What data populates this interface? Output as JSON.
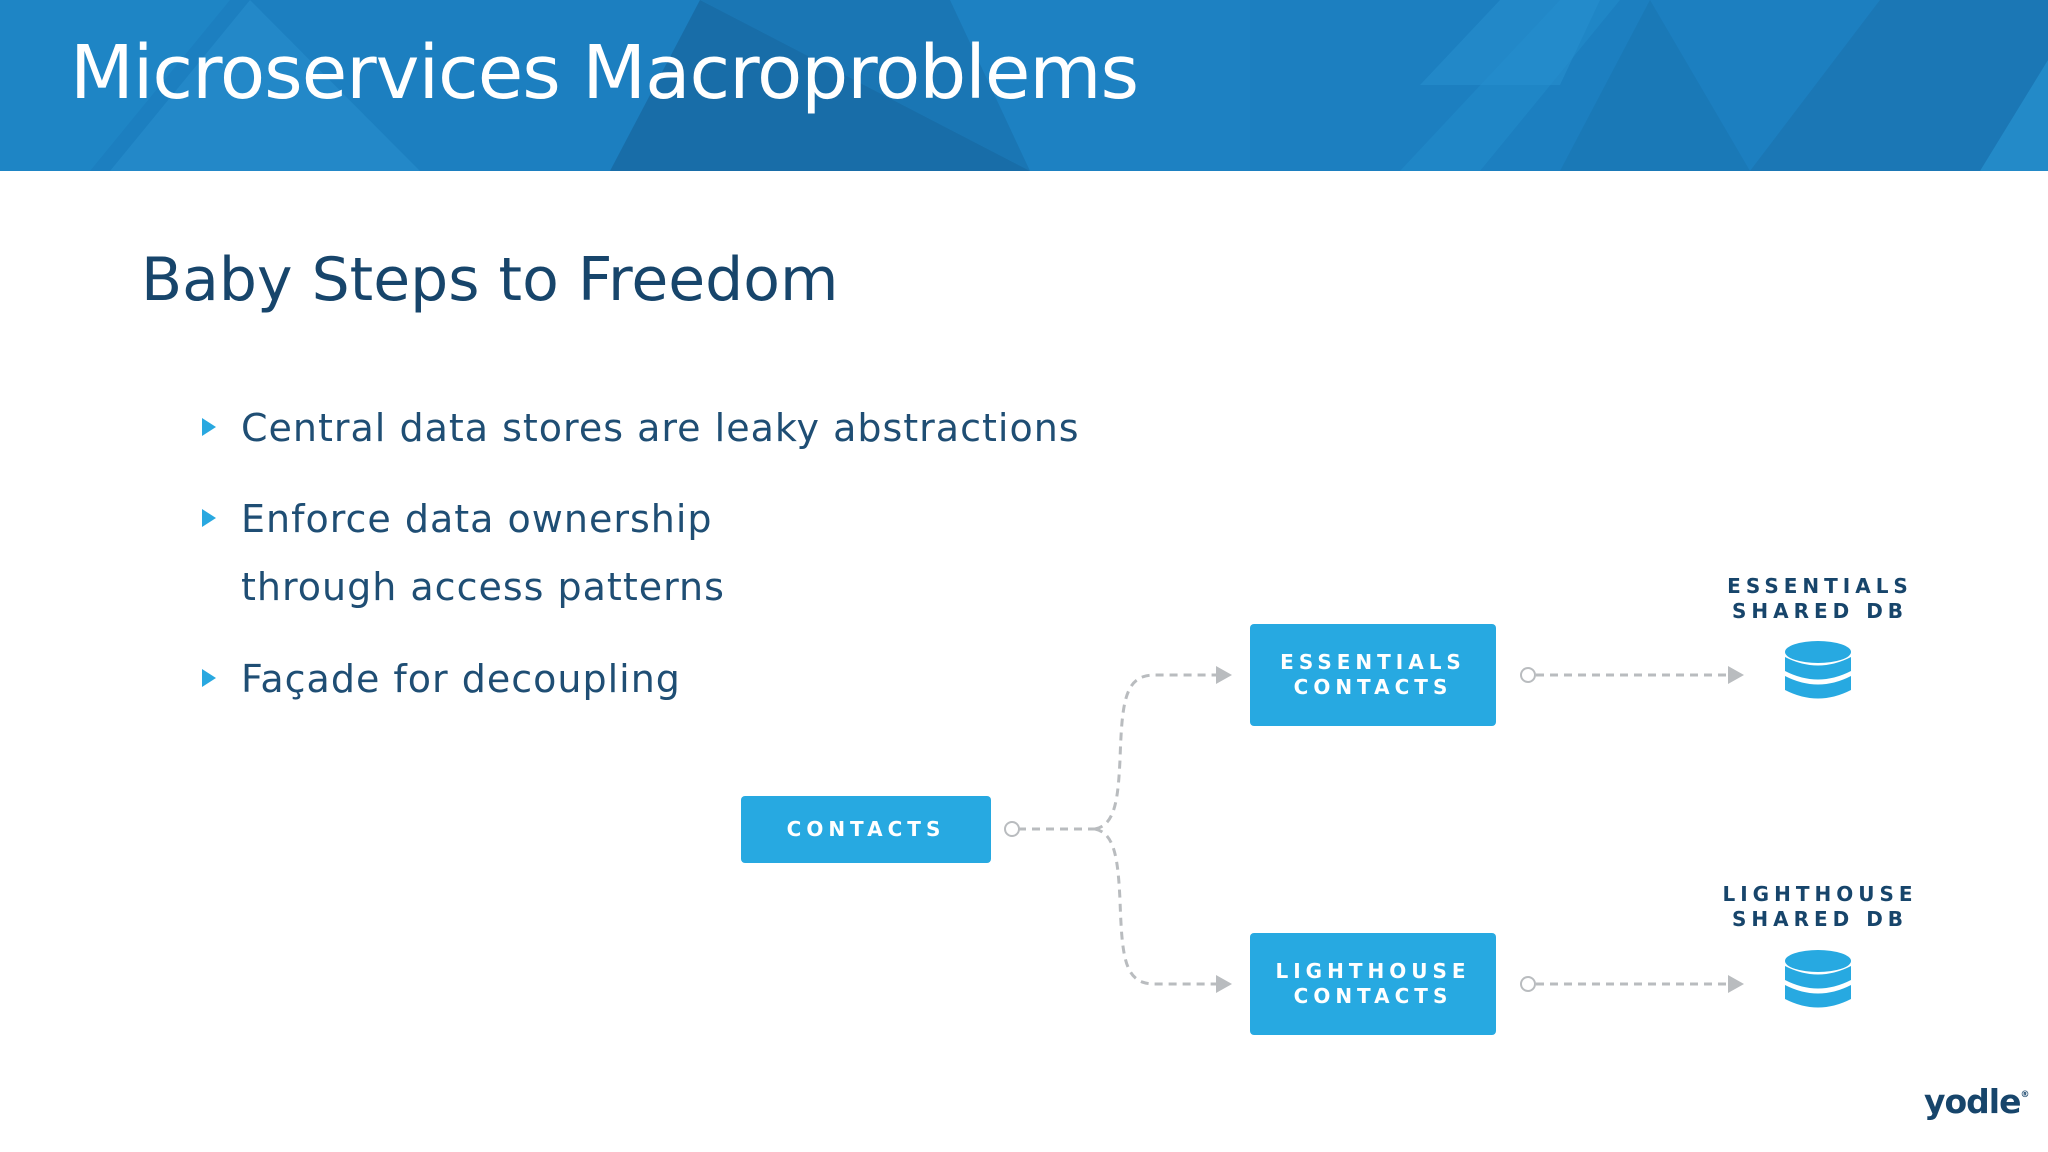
{
  "slide": {
    "title": "Microservices Macroproblems",
    "subtitle": "Baby Steps to Freedom",
    "bullets": [
      {
        "line1": "Central data stores are leaky abstractions",
        "line2": ""
      },
      {
        "line1": "Enforce data ownership",
        "line2": "through access patterns"
      },
      {
        "line1": "Façade for decoupling",
        "line2": ""
      }
    ]
  },
  "diagram": {
    "nodes": {
      "contacts": "CONTACTS",
      "essentials_contacts_line1": "ESSENTIALS",
      "essentials_contacts_line2": "CONTACTS",
      "lighthouse_contacts_line1": "LIGHTHOUSE",
      "lighthouse_contacts_line2": "CONTACTS"
    },
    "databases": {
      "essentials_line1": "ESSENTIALS",
      "essentials_line2": "SHARED DB",
      "lighthouse_line1": "LIGHTHOUSE",
      "lighthouse_line2": "SHARED DB"
    },
    "icons": [
      "database-icon",
      "arrowhead-icon",
      "connector-circle-icon"
    ]
  },
  "brand": {
    "logo": "yodle",
    "mark": "®"
  },
  "colors": {
    "header": "#1c7fc0",
    "box": "#27a9e1",
    "title_text": "#17456b",
    "connector": "#b9bcbf"
  }
}
